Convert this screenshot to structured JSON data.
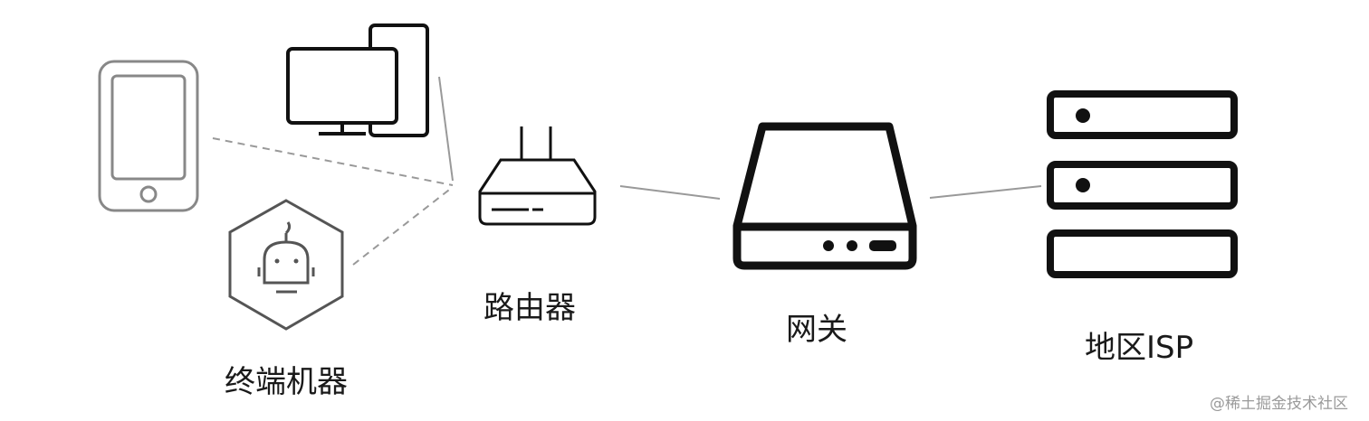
{
  "nodes": {
    "terminal": {
      "label": "终端机器"
    },
    "router": {
      "label": "路由器"
    },
    "gateway": {
      "label": "网关"
    },
    "isp": {
      "label": "地区ISP"
    }
  },
  "watermark": "@稀土掘金技术社区",
  "colors": {
    "line": "#999999",
    "stroke_dark": "#111111",
    "stroke_light": "#777777"
  }
}
